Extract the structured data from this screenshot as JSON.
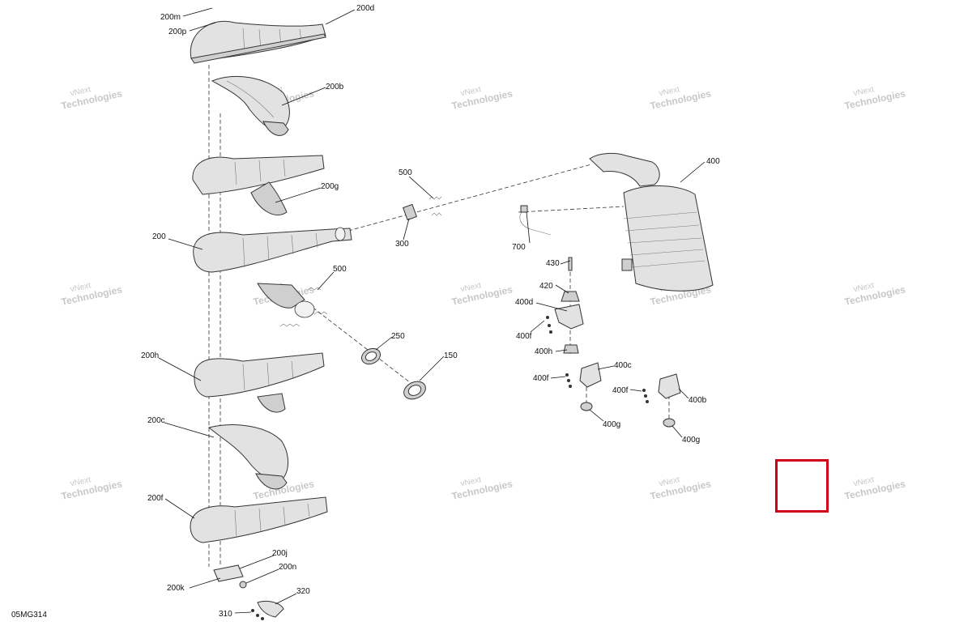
{
  "drawing_code": "05MG314",
  "watermark": {
    "line1": "vNext",
    "line2": "Technologies"
  },
  "callouts": {
    "c200m": "200m",
    "c200p": "200p",
    "c200d": "200d",
    "c200b": "200b",
    "c200g": "200g",
    "c200": "200",
    "c500a": "500",
    "c300": "300",
    "c400": "400",
    "c700": "700",
    "c500b": "500",
    "c430": "430",
    "c420": "420",
    "c400d": "400d",
    "c400f_a": "400f",
    "c250": "250",
    "c150": "150",
    "c400h": "400h",
    "c200h": "200h",
    "c400c": "400c",
    "c400f_b": "400f",
    "c400f_c": "400f",
    "c400b": "400b",
    "c400g_a": "400g",
    "c400g_b": "400g",
    "c200c": "200c",
    "c200f": "200f",
    "c200j": "200j",
    "c200n": "200n",
    "c200k": "200k",
    "c320": "320",
    "c310": "310"
  },
  "highlight_color": "#d0021b"
}
